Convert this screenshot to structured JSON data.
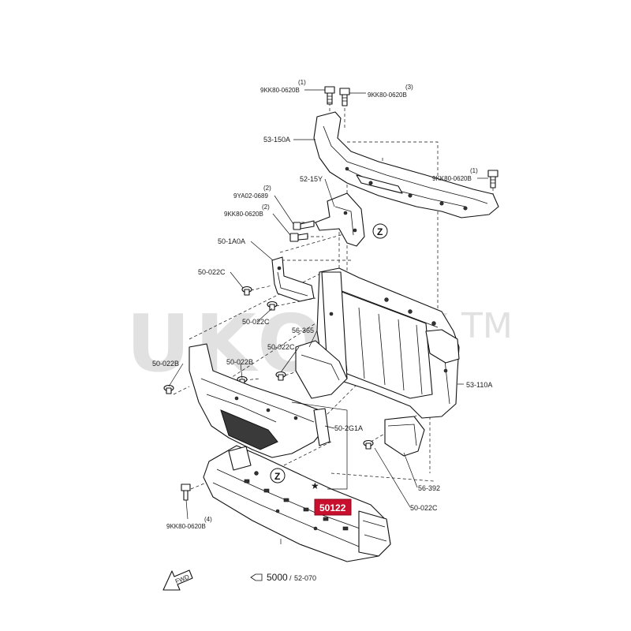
{
  "watermark": {
    "text": "UKOBY",
    "mark": "TM"
  },
  "labels": {
    "bolt_top_left": {
      "qty": "(1)",
      "code": "9KK80-0620B"
    },
    "bolt_top_right": {
      "qty": "(3)",
      "code": "9KK80-0620B"
    },
    "bolt_right": {
      "qty": "(1)",
      "code": "9KK80-0620B"
    },
    "bolt_mid_a": {
      "qty": "(2)",
      "code": "9YA02-0689"
    },
    "bolt_mid_b": {
      "qty": "(2)",
      "code": "9KK80-0620B"
    },
    "bolt_lower": {
      "qty": "(4)",
      "code": "9KK80-0620B"
    },
    "upper_member": "53-150A",
    "latch_bracket": "52-15Y",
    "left_bracket": "50-1A0A",
    "clip_a": "50-022C",
    "clip_b": "50-022C",
    "clip_c": "50-022C",
    "clip_d": "50-022C",
    "clip_e": "50-022B",
    "clip_f": "50-022B",
    "left_duct": "56-365",
    "radiator_support": "53-110A",
    "lower_bracket": "50-2G1A",
    "right_duct": "56-392",
    "highlight_part": "50122",
    "ref_main": "5000",
    "ref_sub": "52-070",
    "view_marker": "Z",
    "fwd": "FWD"
  }
}
